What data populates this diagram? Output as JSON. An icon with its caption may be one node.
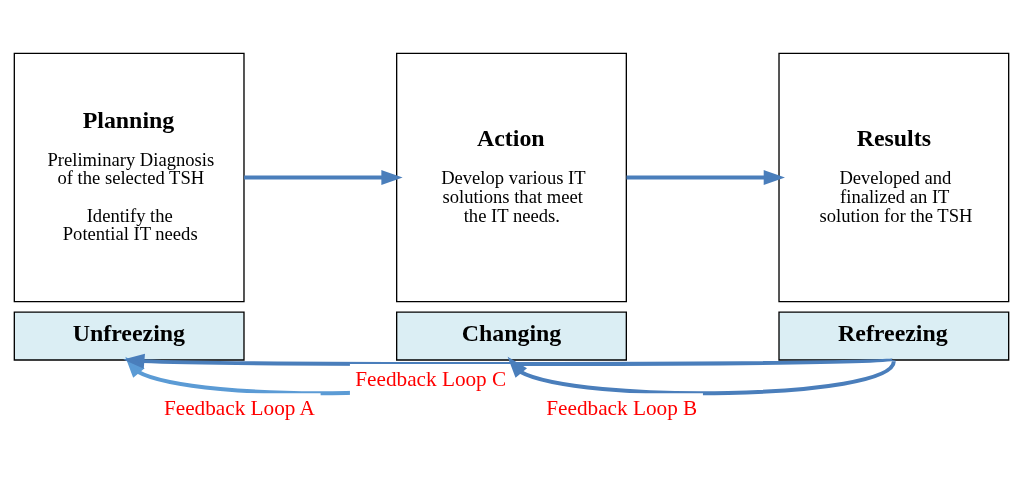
{
  "diagram": {
    "nodes": [
      {
        "text": [
          "Planning",
          "Preliminary Diagnosis of the selected TSH",
          "Identify the Potential IT needs"
        ]
      },
      {
        "text": [
          "Unfreezing"
        ]
      },
      {
        "text": [
          "Action",
          "Develop various IT solutions that meet the IT needs."
        ]
      },
      {
        "text": [
          "Changing"
        ]
      },
      {
        "text": [
          "Results",
          "Developed and finalized an IT solution for the TSH"
        ]
      },
      {
        "text": [
          "Refreezing"
        ]
      }
    ],
    "edges": [
      {
        "from": 0,
        "to": 2,
        "arrow": "to"
      },
      {
        "from": 2,
        "to": 4,
        "arrow": "to"
      },
      {
        "from": 3,
        "to": 1,
        "arrow": "to",
        "label": "Feedback Loop A",
        "color": "#5b9bd5"
      },
      {
        "from": 5,
        "to": 3,
        "arrow": "to",
        "label": "Feedback Loop B"
      },
      {
        "from": 5,
        "to": 1,
        "arrow": "to",
        "label": "Feedback Loop C"
      }
    ]
  }
}
